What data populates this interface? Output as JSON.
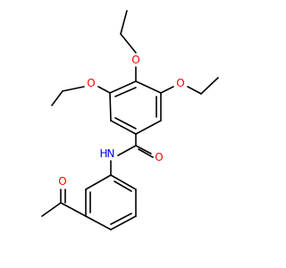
{
  "structure": {
    "atoms": {
      "o_top": {
        "symbol": "O",
        "color": "#ff0000"
      },
      "o_left": {
        "symbol": "O",
        "color": "#ff0000"
      },
      "o_right": {
        "symbol": "O",
        "color": "#ff0000"
      },
      "o_amide": {
        "symbol": "O",
        "color": "#ff0000"
      },
      "n_amide": {
        "symbol": "N",
        "color": "#0000ff"
      },
      "h_amide": {
        "symbol": "H",
        "color": "#0000ff"
      },
      "o_acetyl": {
        "symbol": "O",
        "color": "#ff0000"
      }
    },
    "bond_color": "#000000",
    "background": "#ffffff"
  }
}
